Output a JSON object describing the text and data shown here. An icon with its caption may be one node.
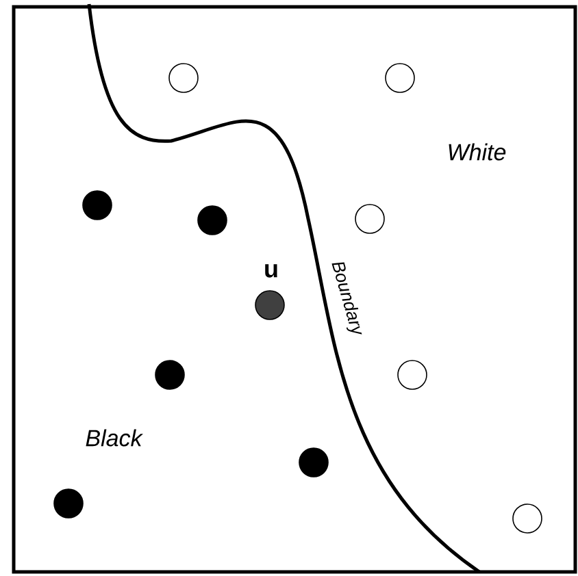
{
  "diagram": {
    "labels": [
      "White",
      "u",
      "Boundary",
      "Black"
    ]
  }
}
